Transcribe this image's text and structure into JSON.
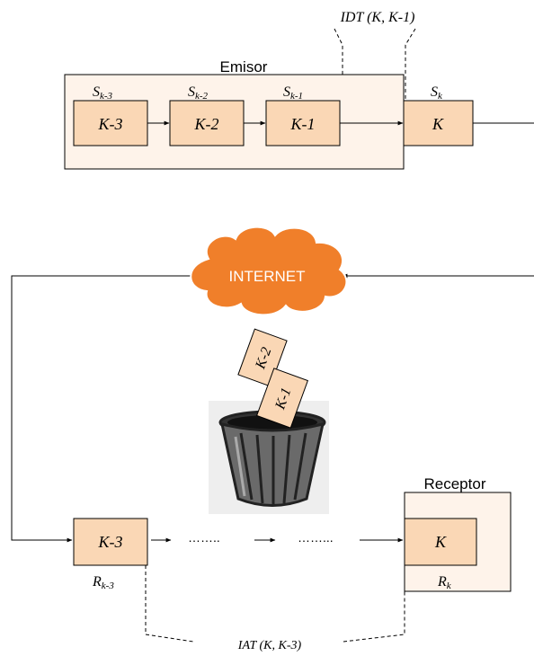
{
  "emisor": {
    "title": "Emisor",
    "packets": [
      {
        "label": "K-3",
        "s_main": "S",
        "s_sub": "k-3"
      },
      {
        "label": "K-2",
        "s_main": "S",
        "s_sub": "k-2"
      },
      {
        "label": "K-1",
        "s_main": "S",
        "s_sub": "k-1"
      }
    ],
    "current": {
      "label": "K",
      "s_main": "S",
      "s_sub": "k"
    }
  },
  "idt_label": "IDT (K, K-1)",
  "internet_label": "INTERNET",
  "lost_packets": [
    "K-2",
    "K-1"
  ],
  "receptor": {
    "title": "Receptor",
    "first": {
      "label": "K-3",
      "r_main": "R",
      "r_sub": "k-3"
    },
    "dots": [
      "……..",
      "……..."
    ],
    "current": {
      "label": "K",
      "r_main": "R",
      "r_sub": "k"
    }
  },
  "iat_label": "IAT (K, K-3)",
  "colors": {
    "packet_fill": "#fad7b5",
    "group_fill": "#fef3ea",
    "cloud": "#f07f2a",
    "stroke": "#000000"
  }
}
